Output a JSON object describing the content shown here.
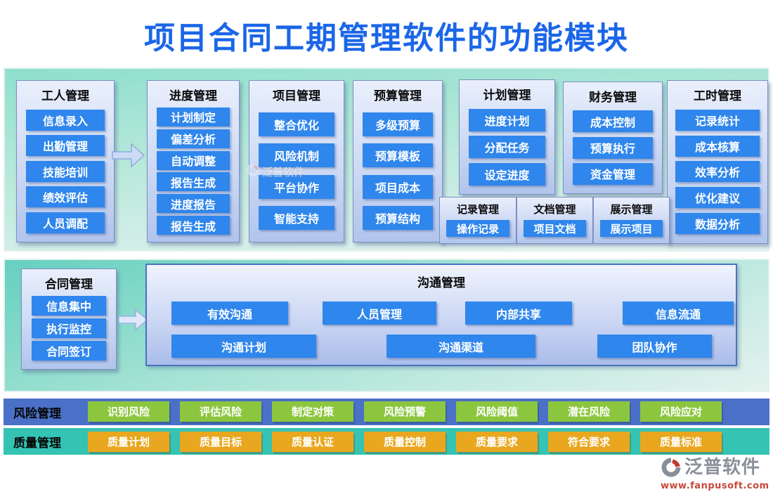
{
  "title": "项目合同工期管理软件的功能模块",
  "colors": {
    "title_blue": "#1B66E8",
    "button_blue": "#2F86EC",
    "risk_bar_blue": "#4A70C8",
    "quality_bar_teal": "#35C3B4",
    "risk_button_green": "#8CC63E",
    "quality_button_orange": "#E9A71F"
  },
  "top": {
    "columns": [
      {
        "title": "工人管理",
        "items": [
          "信息录入",
          "出勤管理",
          "技能培训",
          "绩效评估",
          "人员调配"
        ]
      },
      {
        "title": "进度管理",
        "items": [
          "计划制定",
          "偏差分析",
          "自动调整",
          "报告生成",
          "进度报告",
          "报告生成"
        ]
      },
      {
        "title": "项目管理",
        "items": [
          "整合优化",
          "风险机制",
          "平台协作",
          "智能支持"
        ]
      },
      {
        "title": "预算管理",
        "items": [
          "多级预算",
          "预算模板",
          "项目成本",
          "预算结构"
        ]
      },
      {
        "title": "计划管理",
        "items": [
          "进度计划",
          "分配任务",
          "设定进度"
        ]
      },
      {
        "title": "财务管理",
        "items": [
          "成本控制",
          "预算执行",
          "资金管理"
        ]
      },
      {
        "title": "工时管理",
        "items": [
          "记录统计",
          "成本核算",
          "效率分析",
          "优化建议",
          "数据分析"
        ]
      }
    ],
    "mini_boxes": [
      {
        "title": "记录管理",
        "item": "操作记录"
      },
      {
        "title": "文档管理",
        "item": "项目文档"
      },
      {
        "title": "展示管理",
        "item": "展示项目"
      }
    ],
    "watermark": "泛普软件"
  },
  "middle": {
    "contract": {
      "title": "合同管理",
      "items": [
        "信息集中",
        "执行监控",
        "合同签订"
      ]
    },
    "communication": {
      "title": "沟通管理",
      "row1": [
        "有效沟通",
        "人员管理",
        "内部共享",
        "信息流通"
      ],
      "row2": [
        "沟通计划",
        "沟通渠道",
        "团队协作"
      ]
    }
  },
  "bottom": {
    "risk": {
      "label": "风险管理",
      "buttons": [
        "识别风险",
        "评估风险",
        "制定对策",
        "风险预警",
        "风险阈值",
        "潜在风险",
        "风险应对"
      ]
    },
    "quality": {
      "label": "质量管理",
      "buttons": [
        "质量计划",
        "质量目标",
        "质量认证",
        "质量控制",
        "质量要求",
        "符合要求",
        "质量标准"
      ]
    }
  },
  "footer": {
    "brand": "泛普软件",
    "website": "www.fanpusoft.com"
  }
}
